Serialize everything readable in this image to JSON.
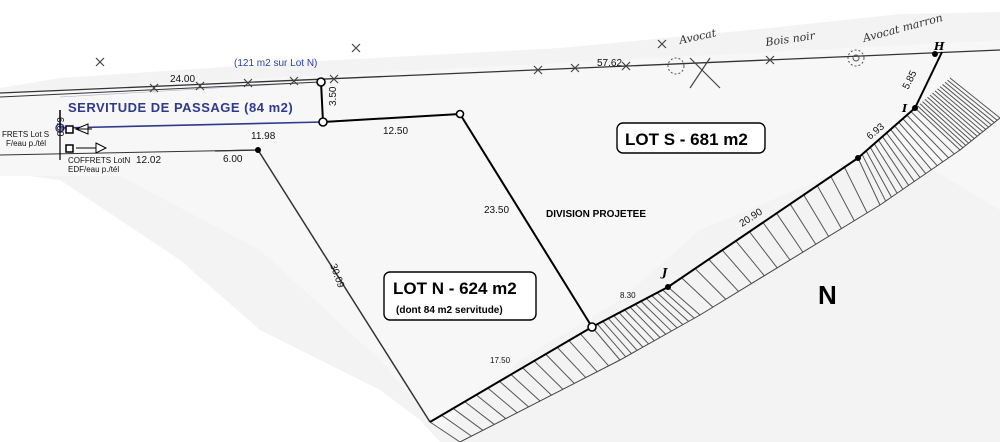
{
  "easement": {
    "title": "SERVITUDE DE PASSAGE (84 m2)",
    "note": "(121 m2 sur Lot N)"
  },
  "lots": {
    "lot_s": {
      "label": "LOT S - 681 m2"
    },
    "lot_n": {
      "label": "LOT N - 624 m2",
      "sub": "(dont 84 m2 servitude)"
    }
  },
  "division_label": "DIVISION PROJETEE",
  "north_label": "N",
  "utilities": {
    "lot_s": [
      "FRETS Lot S",
      "F/eau p./tél"
    ],
    "lot_n": [
      "COFFRETS LotN",
      "EDF/eau p./tél"
    ]
  },
  "dimensions": {
    "d_24_00": "24.00",
    "d_57_62": "57.62",
    "d_3_50": "3.50",
    "d_11_98": "11.98",
    "d_12_50": "12.50",
    "d_12_02": "12.02",
    "d_6_00": "6.00",
    "d_23_50": "23.50",
    "d_30_09": "30.09",
    "d_20_90": "20.90",
    "d_6_93": "6.93",
    "d_5_85": "5.85",
    "d_8_30": "8.30",
    "d_17_50": "17.50",
    "d_6_00_v": "6.00"
  },
  "points": {
    "i": "I",
    "j": "J",
    "h": "H"
  },
  "vegetation": {
    "avocat_1": "Avocat",
    "bois_noir": "Bois noir",
    "avocat_marron": "Avocat marron"
  },
  "colors": {
    "easement_blue": "#2f3a8c",
    "boundary": "#000000",
    "road_edge": "#222222"
  }
}
